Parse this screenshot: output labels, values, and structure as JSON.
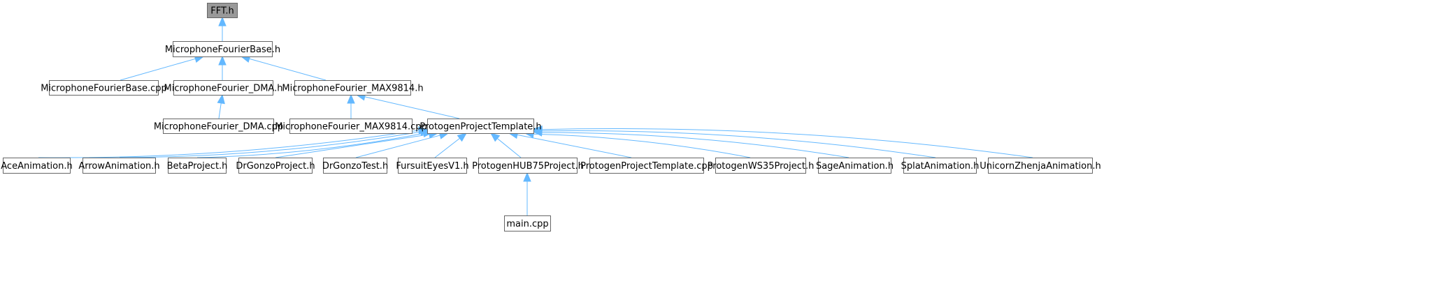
{
  "diagram": {
    "type": "include-dependency-graph",
    "colors": {
      "root_fill": "#999999",
      "node_fill": "#ffffff",
      "node_border": "#666666",
      "edge": "#63b8ff",
      "text": "#000000"
    },
    "nodes": [
      {
        "id": "fft_h",
        "label": "FFT.h",
        "root": true
      },
      {
        "id": "mfb_h",
        "label": "MicrophoneFourierBase.h"
      },
      {
        "id": "mfb_cpp",
        "label": "MicrophoneFourierBase.cpp"
      },
      {
        "id": "mfdma_h",
        "label": "MicrophoneFourier_DMA.h"
      },
      {
        "id": "mfmax_h",
        "label": "MicrophoneFourier_MAX9814.h"
      },
      {
        "id": "mfdma_cpp",
        "label": "MicrophoneFourier_DMA.cpp"
      },
      {
        "id": "mfmax_cpp",
        "label": "MicrophoneFourier_MAX9814.cpp"
      },
      {
        "id": "ppt_h",
        "label": "ProtogenProjectTemplate.h"
      },
      {
        "id": "ace",
        "label": "AceAnimation.h"
      },
      {
        "id": "arrow",
        "label": "ArrowAnimation.h"
      },
      {
        "id": "beta",
        "label": "BetaProject.h"
      },
      {
        "id": "drgp",
        "label": "DrGonzoProject.h"
      },
      {
        "id": "drgt",
        "label": "DrGonzoTest.h"
      },
      {
        "id": "fursuit",
        "label": "FursuitEyesV1.h"
      },
      {
        "id": "hub75",
        "label": "ProtogenHUB75Project.h"
      },
      {
        "id": "ppt_cpp",
        "label": "ProtogenProjectTemplate.cpp"
      },
      {
        "id": "ws35",
        "label": "ProtogenWS35Project.h"
      },
      {
        "id": "sage",
        "label": "SageAnimation.h"
      },
      {
        "id": "splat",
        "label": "SplatAnimation.h"
      },
      {
        "id": "unicorn",
        "label": "UnicornZhenjaAnimation.h"
      },
      {
        "id": "main_cpp",
        "label": "main.cpp"
      }
    ],
    "edges": [
      {
        "from": "mfb_h",
        "to": "fft_h"
      },
      {
        "from": "mfb_cpp",
        "to": "mfb_h"
      },
      {
        "from": "mfdma_h",
        "to": "mfb_h"
      },
      {
        "from": "mfmax_h",
        "to": "mfb_h"
      },
      {
        "from": "mfdma_cpp",
        "to": "mfdma_h"
      },
      {
        "from": "mfmax_cpp",
        "to": "mfmax_h"
      },
      {
        "from": "ppt_h",
        "to": "mfmax_h"
      },
      {
        "from": "ace",
        "to": "ppt_h"
      },
      {
        "from": "arrow",
        "to": "ppt_h"
      },
      {
        "from": "beta",
        "to": "ppt_h"
      },
      {
        "from": "drgp",
        "to": "ppt_h"
      },
      {
        "from": "drgt",
        "to": "ppt_h"
      },
      {
        "from": "fursuit",
        "to": "ppt_h"
      },
      {
        "from": "hub75",
        "to": "ppt_h"
      },
      {
        "from": "ppt_cpp",
        "to": "ppt_h"
      },
      {
        "from": "ws35",
        "to": "ppt_h"
      },
      {
        "from": "sage",
        "to": "ppt_h"
      },
      {
        "from": "splat",
        "to": "ppt_h"
      },
      {
        "from": "unicorn",
        "to": "ppt_h"
      },
      {
        "from": "main_cpp",
        "to": "hub75"
      }
    ]
  }
}
